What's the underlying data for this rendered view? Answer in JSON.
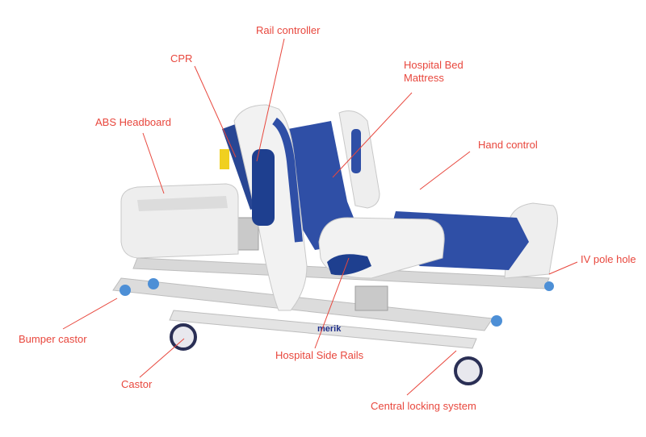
{
  "diagram": {
    "subject": "Electric hospital bed",
    "brand_mark": "merik",
    "label_color": "#e8473d",
    "frame_color": "#e6e6e6",
    "mattress_color": "#2f4fa6",
    "labels": [
      {
        "id": "rail-controller",
        "text": "Rail controller"
      },
      {
        "id": "cpr",
        "text": "CPR"
      },
      {
        "id": "hospital-bed-mattress-line1",
        "text": "Hospital Bed"
      },
      {
        "id": "hospital-bed-mattress-line2",
        "text": "Mattress"
      },
      {
        "id": "abs-headboard",
        "text": "ABS Headboard"
      },
      {
        "id": "hand-control",
        "text": "Hand control"
      },
      {
        "id": "iv-pole-hole",
        "text": "IV pole hole"
      },
      {
        "id": "bumper-castor",
        "text": "Bumper castor"
      },
      {
        "id": "hospital-side-rails",
        "text": "Hospital Side Rails"
      },
      {
        "id": "castor",
        "text": "Castor"
      },
      {
        "id": "central-locking-system",
        "text": "Central locking system"
      }
    ]
  }
}
